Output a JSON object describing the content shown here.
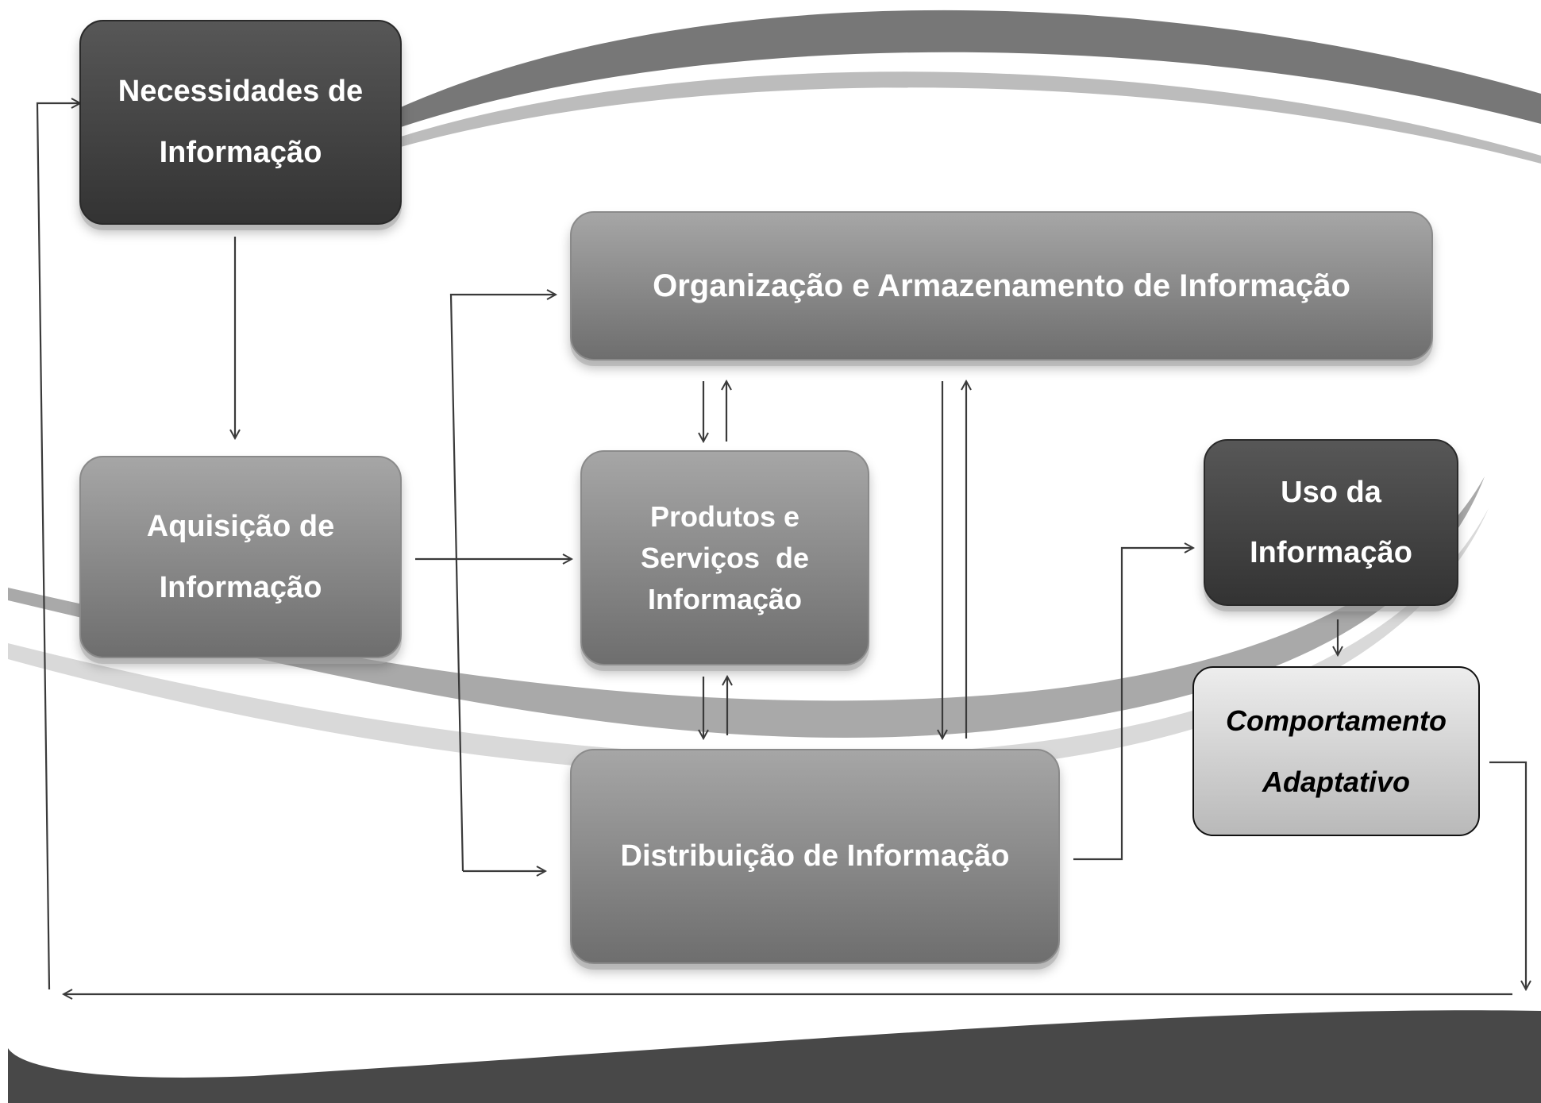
{
  "nodes": {
    "necessidades": [
      "Necessidades de",
      "Informação"
    ],
    "organizacao": [
      "Organização e Armazenamento de Informação"
    ],
    "aquisicao": [
      "Aquisição de",
      "Informação"
    ],
    "produtos": [
      "Produtos e",
      "Serviços  de",
      "Informação"
    ],
    "uso": [
      "Uso da",
      "Informação"
    ],
    "comportamento": [
      "Comportamento",
      "Adaptativo"
    ],
    "distribuicao": [
      "Distribuição de Informação"
    ]
  },
  "colors": {
    "dark_box": "#3f3f3f",
    "mid_box": "#8c8c8c",
    "light_box": "#d6d6d6",
    "swoosh_dark": "#777777",
    "swoosh_light": "#bcbcbc",
    "footer_band": "#484848",
    "arrow": "#3a3a3a"
  }
}
